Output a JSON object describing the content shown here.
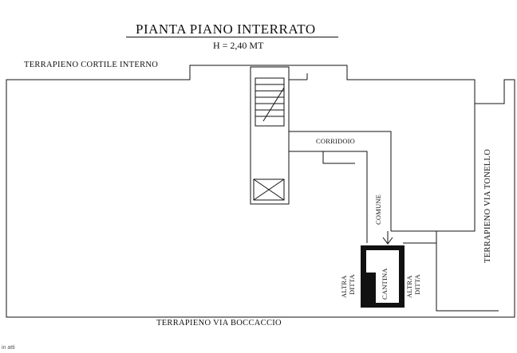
{
  "title": "PIANTA PIANO INTERRATO",
  "height_note": "H = 2,40 MT",
  "labels": {
    "top": "TERRAPIENO CORTILE INTERNO",
    "bottom": "TERRAPIENO VIA BOCCACCIO",
    "right": "TERRAPIENO VIA TONELLO",
    "corridor": "CORRIDOIO",
    "common": "COMUNE",
    "cellar": "CANTINA",
    "altra": "ALTRA",
    "ditta": "DITTA"
  },
  "footnote": "in atti"
}
